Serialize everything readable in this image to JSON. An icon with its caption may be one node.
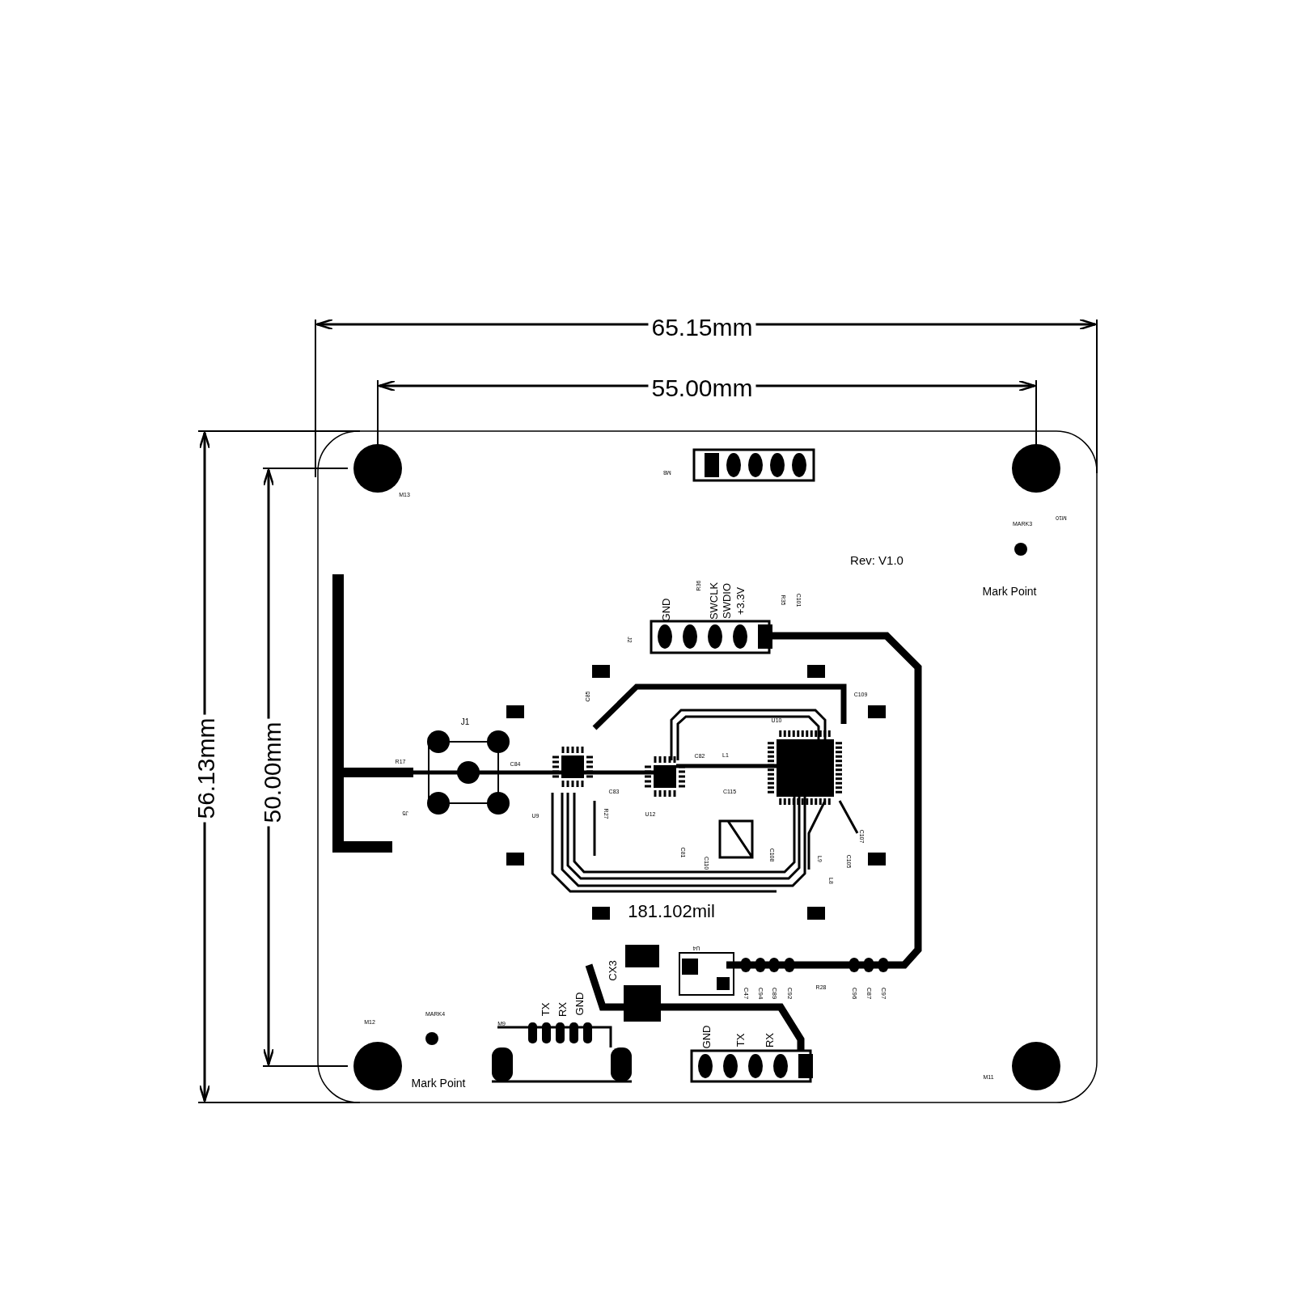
{
  "diagram": {
    "labels": [
      "65.15mm",
      "55.00mm",
      "56.13mm",
      "50.00mm",
      "M8",
      "M13",
      "Rev: V1.0",
      "MARK3",
      "M10",
      "Mark Point",
      "R36",
      "GND",
      "SWCLK",
      "SWDIO",
      "+3.3V",
      "R35",
      "C101",
      "J2",
      "J1",
      "R17",
      "C84",
      "C85",
      "J5",
      "U9",
      "C83",
      "R27",
      "U12",
      "C82",
      "L1",
      "U10",
      "C109",
      "C115",
      "C81",
      "C110",
      "C108",
      "C107",
      "C105",
      "L9",
      "L8",
      "181.102mil",
      "CX3",
      "U4",
      "C47",
      "C94",
      "C89",
      "C92",
      "R28",
      "C96",
      "C87",
      "C97",
      "M12",
      "MARK4",
      "M9",
      "TX",
      "RX",
      "GND",
      "Mark Point",
      "GND",
      "TX",
      "RX",
      "M11"
    ]
  }
}
